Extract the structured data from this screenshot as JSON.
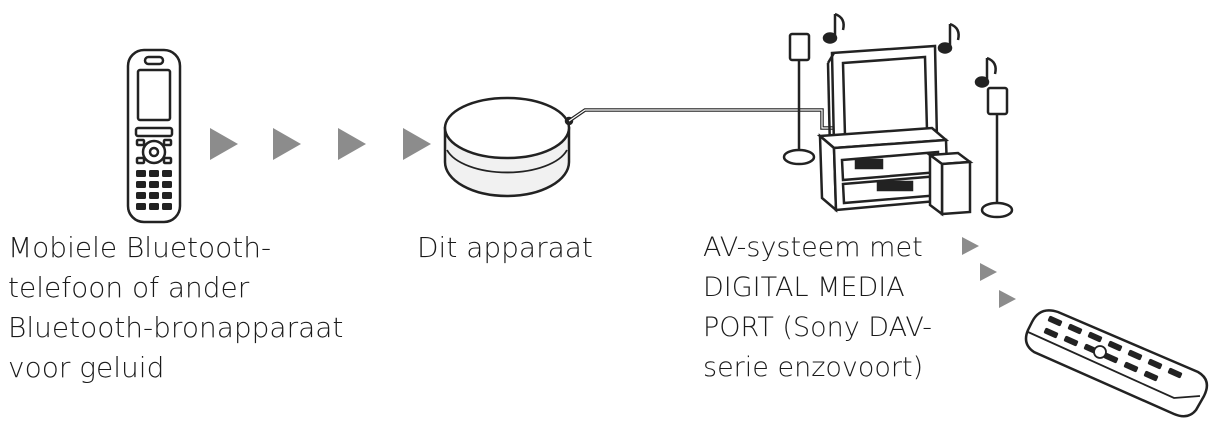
{
  "labels": {
    "phone": [
      "Mobiele Bluetooth-",
      "telefoon of ander",
      "Bluetooth-bronapparaat",
      "voor geluid"
    ],
    "device": [
      "Dit apparaat"
    ],
    "av": [
      "AV-systeem met",
      "DIGITAL MEDIA",
      "PORT (Sony DAV-",
      "serie enzovoort)"
    ]
  },
  "icons": {
    "phone": "mobile-phone-icon",
    "device": "bluetooth-receiver-icon",
    "av": "av-system-icon",
    "remote": "remote-control-icon",
    "note": "music-note-icon",
    "arrow": "signal-arrow-icon"
  },
  "colors": {
    "line": "#222222",
    "arrow": "#8c8c8c",
    "fill": "#ffffff",
    "device_fill": "#f1f1f1"
  }
}
